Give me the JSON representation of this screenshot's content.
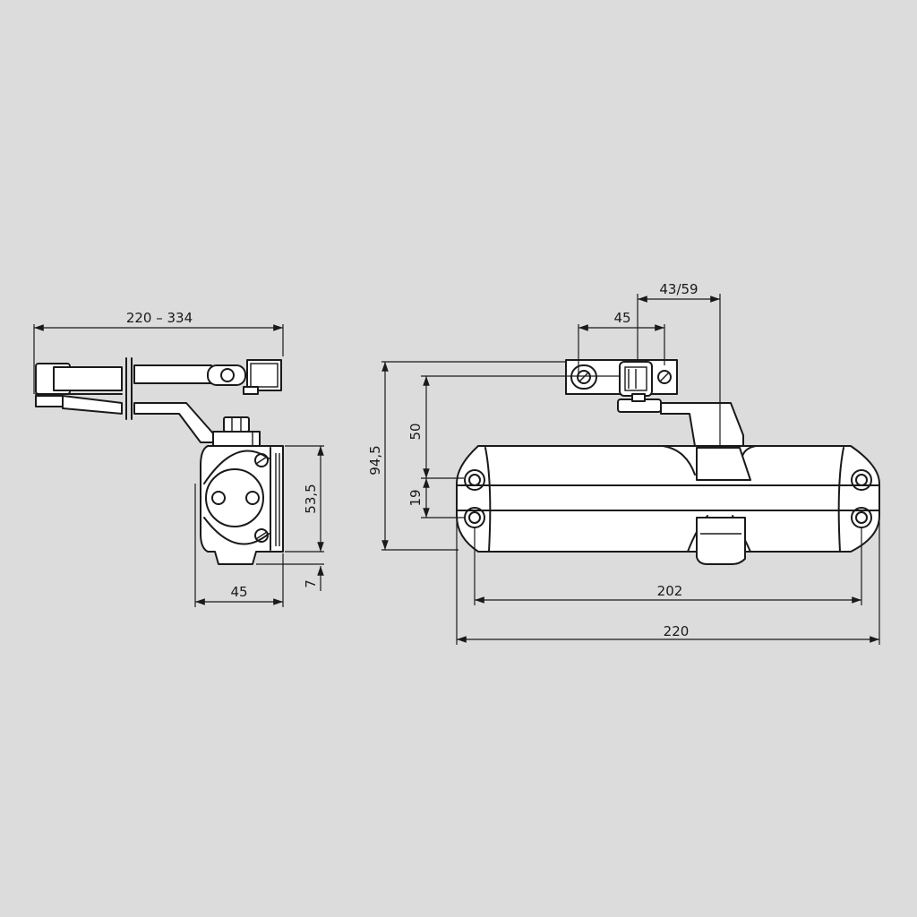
{
  "colors": {
    "background": "#dcdcdc",
    "line": "#1a1a1a",
    "part_fill": "#ffffff"
  },
  "dimensions": {
    "arm_length": "220 – 334",
    "side_width": "45",
    "side_height": "53,5",
    "side_offset": "7",
    "total_height": "94,5",
    "bracket_height": "50",
    "hole_spacing": "19",
    "hole_distance": "202",
    "total_length": "220",
    "bracket_width": "45",
    "arm_offset": "43/59"
  }
}
